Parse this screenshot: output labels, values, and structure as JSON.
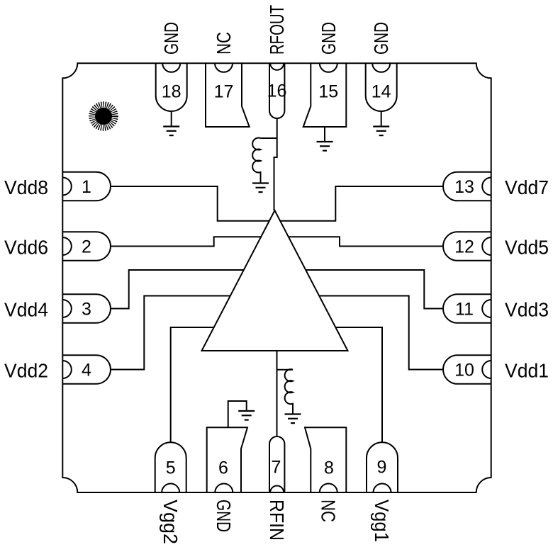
{
  "colors": {
    "line": "#000000",
    "background": "#ffffff"
  },
  "pins": {
    "top": [
      {
        "num": "18",
        "label": "GND"
      },
      {
        "num": "17",
        "label": "NC"
      },
      {
        "num": "16",
        "label": "RFOUT"
      },
      {
        "num": "15",
        "label": "GND"
      },
      {
        "num": "14",
        "label": "GND"
      }
    ],
    "left": [
      {
        "num": "1",
        "label": "Vdd8"
      },
      {
        "num": "2",
        "label": "Vdd6"
      },
      {
        "num": "3",
        "label": "Vdd4"
      },
      {
        "num": "4",
        "label": "Vdd2"
      }
    ],
    "right": [
      {
        "num": "13",
        "label": "Vdd7"
      },
      {
        "num": "12",
        "label": "Vdd5"
      },
      {
        "num": "11",
        "label": "Vdd3"
      },
      {
        "num": "10",
        "label": "Vdd1"
      }
    ],
    "bottom": [
      {
        "num": "5",
        "label": "Vgg2"
      },
      {
        "num": "6",
        "label": "GND"
      },
      {
        "num": "7",
        "label": "RFIN"
      },
      {
        "num": "8",
        "label": "NC"
      },
      {
        "num": "9",
        "label": "Vgg1"
      }
    ]
  }
}
